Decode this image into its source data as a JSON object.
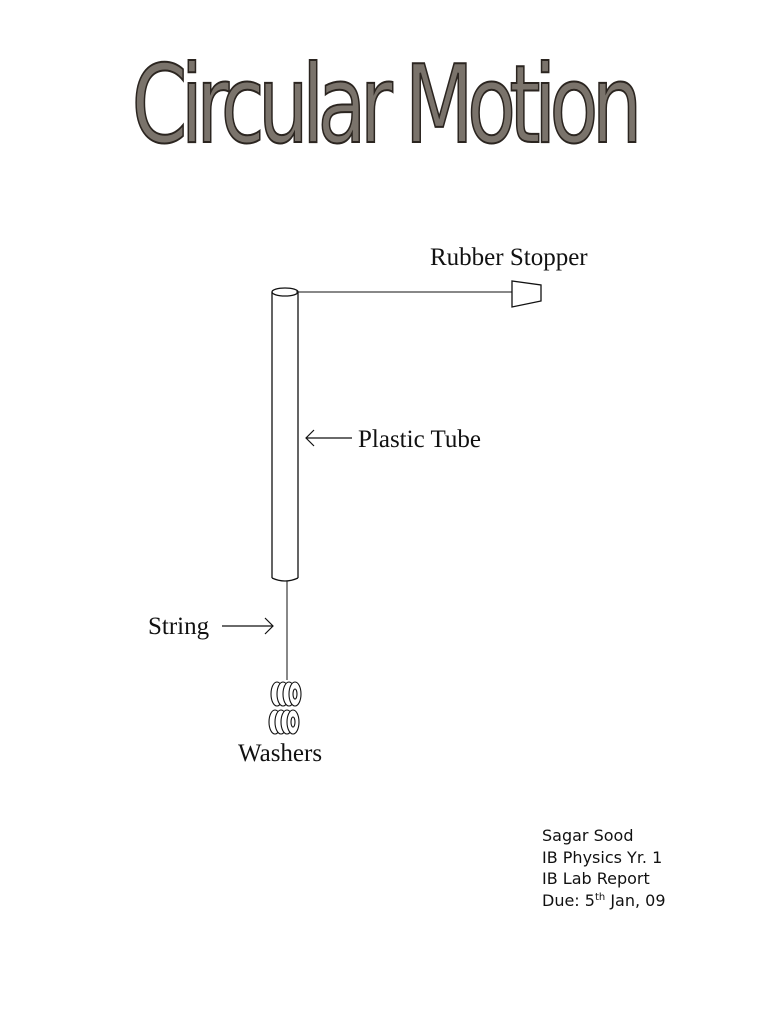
{
  "title": "Circular Motion",
  "diagram": {
    "labels": {
      "rubber_stopper": "Rubber Stopper",
      "plastic_tube": "Plastic Tube",
      "string": "String",
      "washers": "Washers"
    }
  },
  "author_block": {
    "name": "Sagar Sood",
    "course": "IB Physics Yr. 1",
    "report_type": "IB Lab Report",
    "due_prefix": "Due: 5",
    "due_superscript": "th",
    "due_suffix": " Jan, 09"
  },
  "colors": {
    "title_fill": "#7a736b",
    "title_outline": "#2b2520",
    "ink": "#111111"
  }
}
